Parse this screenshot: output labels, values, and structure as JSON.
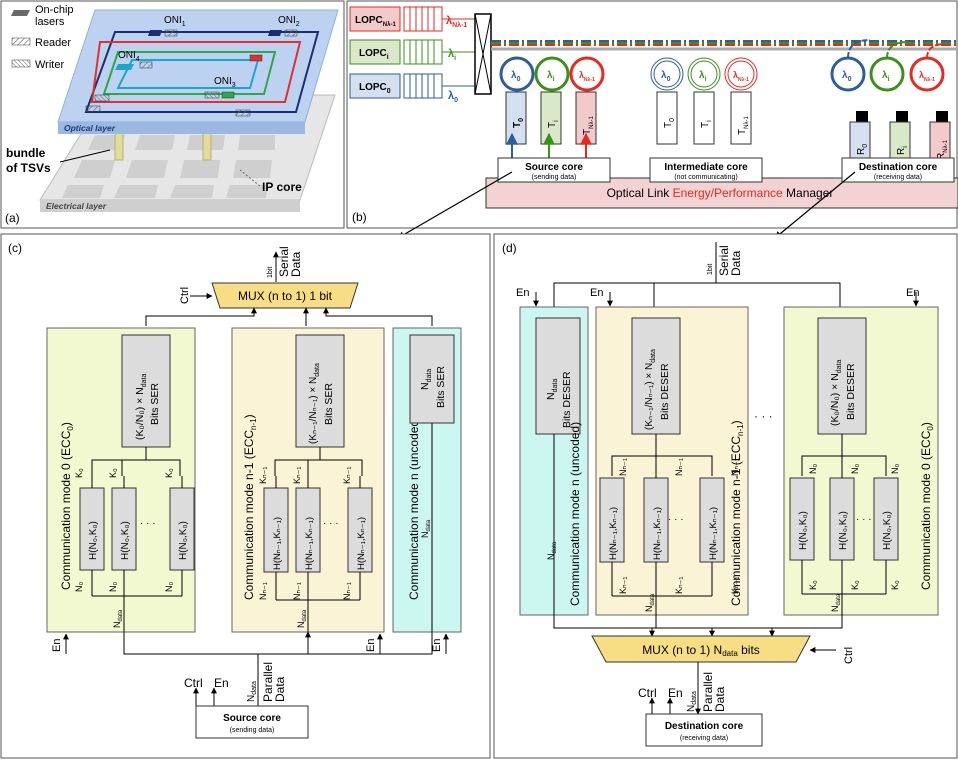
{
  "colors": {
    "chartreuse": "#f2f8cf",
    "cream": "#fbf3d6",
    "cyan": "#ccf7f0",
    "grayBox": "#dcdcdc",
    "pink": "#f2d2d2",
    "red": "#e32b21",
    "green": "#3d8f1e",
    "blue": "#2c5d9c",
    "lopcRed": "#f2caca",
    "lopcGreen": "#d8e8c8",
    "lopcBlue": "#d4e0f0"
  },
  "panelA": {
    "label": "(a)",
    "legend": {
      "lasers1": "On-chip",
      "lasers2": "lasers",
      "reader": "Reader",
      "writer": "Writer"
    },
    "oni": {
      "oni1": "ONI",
      "oni1sub": "1",
      "oni2": "ONI",
      "oni2sub": "2",
      "oni3": "ONI",
      "oni3sub": "3",
      "oni4": "ONI",
      "oni4sub": "4"
    },
    "optical": "Optical layer",
    "electrical": "Electrical layer",
    "tsv1": "bundle",
    "tsv2": "of TSVs",
    "ipcore": "IP core"
  },
  "panelB": {
    "label": "(b)",
    "lopc": [
      "LOPC",
      "LOPC",
      "LOPC"
    ],
    "lopcSub": [
      "Nλ-1",
      "i",
      "0"
    ],
    "lambda": "λ",
    "lambdaSub": [
      "Nλ-1",
      "i",
      "0"
    ],
    "source": {
      "title": "Source core",
      "sub": "(sending data)"
    },
    "intermediate": {
      "title": "Intermediate core",
      "sub": "(not communicating)"
    },
    "destination": {
      "title": "Destination core",
      "sub": "(receiving data)"
    },
    "managerPrefix": "Optical Link ",
    "managerMid": "Energy/Performance",
    "managerSuffix": " Manager",
    "T": "T",
    "R": "R",
    "sub0": "0",
    "subI": "i",
    "subN": "Nλ-1"
  },
  "panelC": {
    "label": "(c)",
    "mux": "MUX (n to 1) 1 bit",
    "ctrl": "Ctrl",
    "serial": "Serial",
    "data": "Data",
    "onebit": "1bit",
    "mode0": "Communication mode 0 (ECC",
    "mode0sub": "0",
    "modeN1": "Communication mode n-1 (ECC",
    "modeN1sub": "n-1",
    "modeN": "Communication mode n (uncoded)",
    "ser0": [
      "(K₀/N₀) × N",
      "Bits SER"
    ],
    "serN1": [
      "(Kₙ₋₁/Nₙ₋₁) × N",
      "Bits SER"
    ],
    "serN": [
      "N",
      "Bits SER"
    ],
    "data_sub": "data",
    "h0": "H(N₀,K₀)",
    "hN1": "H(Nₙ₋₁,Kₙ₋₁)",
    "k0": "K₀",
    "n0": "N₀",
    "kN1": "Kₙ₋₁",
    "nN1": "Nₙ₋₁",
    "ndata": "N",
    "dots": "· · ·",
    "en": "En",
    "parallel": "Parallel",
    "pdata": "Data",
    "source": {
      "title": "Source core",
      "sub": "(sending data)"
    }
  },
  "panelD": {
    "label": "(d)",
    "mux": "MUX (n to 1) N",
    "muxSuffix": " bits",
    "ctrl": "Ctrl",
    "serial": "Serial",
    "data": "Data",
    "onebit": "1bit",
    "en": "En",
    "modeN": "Communication mode n (uncoded)",
    "modeN1": "Communication mode n-1 (ECC",
    "modeN1sub": "n-1",
    "mode0": "Communication mode 0 (ECC",
    "mode0sub": "0",
    "deserN": [
      "N",
      "Bits DESER"
    ],
    "deserN1": [
      "(Kₙ₋₁/Nₙ₋₁) × N",
      "Bits DESER"
    ],
    "deser0": [
      "(K₀/N₀) × N",
      "Bits DESER"
    ],
    "data_sub": "data",
    "parallel": "Parallel",
    "pdata": "Data",
    "destination": {
      "title": "Destination core",
      "sub": "(receiving data)"
    }
  }
}
